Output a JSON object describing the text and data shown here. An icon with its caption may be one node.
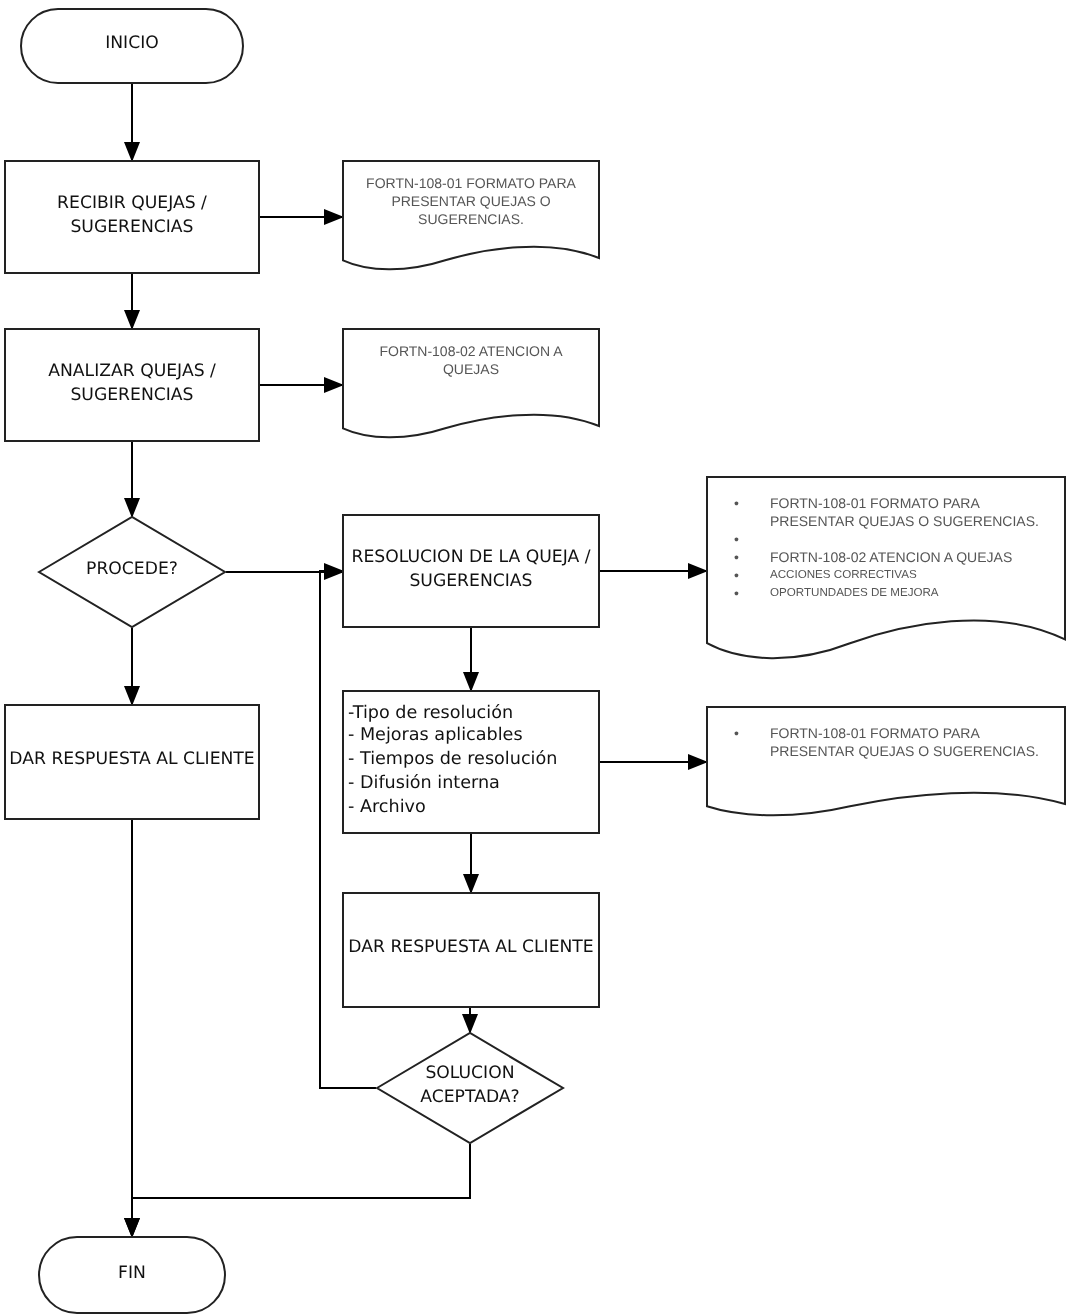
{
  "diagram": {
    "nodes": [
      {
        "text": [
          "INICIO"
        ]
      },
      {
        "text": [
          "RECIBIR QUEJAS / SUGERENCIAS"
        ]
      },
      {
        "text": [
          "FORTN-108-01 FORMATO PARA PRESENTAR QUEJAS O SUGERENCIAS."
        ]
      },
      {
        "text": [
          "ANALIZAR QUEJAS / SUGERENCIAS"
        ]
      },
      {
        "text": [
          "FORTN-108-02 ATENCION A QUEJAS"
        ]
      },
      {
        "text": [
          "PROCEDE?"
        ]
      },
      {
        "text": [
          "RESOLUCION DE LA QUEJA / SUGERENCIAS"
        ]
      },
      {
        "text": [
          "•",
          "FORTN-108-01 FORMATO PARA PRESENTAR QUEJAS O SUGERENCIAS.",
          "•",
          "•",
          "FORTN-108-02 ATENCION A QUEJAS",
          "•",
          "ACCIONES CORRECTIVAS",
          "•",
          "OPORTUNDADES DE MEJORA"
        ]
      },
      {
        "text": [
          "DAR RESPUESTA AL CLIENTE"
        ]
      },
      {
        "text": [
          "-Tipo de resolución",
          "- Mejoras aplicables",
          "- Tiempos  de resolución",
          "- Difusión interna",
          "- Archivo"
        ]
      },
      {
        "text": [
          "•",
          "FORTN-108-01 FORMATO PARA PRESENTAR QUEJAS O SUGERENCIAS."
        ]
      },
      {
        "text": [
          "DAR RESPUESTA AL CLIENTE"
        ]
      },
      {
        "text": [
          "SOLUCION ACEPTADA?"
        ]
      },
      {
        "text": [
          "FIN"
        ]
      }
    ],
    "edges": [
      {
        "from": 0,
        "to": 1,
        "arrow": "to"
      },
      {
        "from": 1,
        "to": 2,
        "arrow": "to"
      },
      {
        "from": 1,
        "to": 3,
        "arrow": "to"
      },
      {
        "from": 3,
        "to": 4,
        "arrow": "to"
      },
      {
        "from": 3,
        "to": 5,
        "arrow": "to"
      },
      {
        "from": 5,
        "to": 6,
        "arrow": "to"
      },
      {
        "from": 5,
        "to": 8,
        "arrow": "to"
      },
      {
        "from": 6,
        "to": 7,
        "arrow": "to"
      },
      {
        "from": 6,
        "to": 9,
        "arrow": "to"
      },
      {
        "from": 9,
        "to": 10,
        "arrow": "to"
      },
      {
        "from": 9,
        "to": 11,
        "arrow": "to"
      },
      {
        "from": 11,
        "to": 12,
        "arrow": "to"
      },
      {
        "from": 12,
        "to": 6,
        "arrow": "to"
      },
      {
        "from": 12,
        "to": 13,
        "arrow": "to"
      },
      {
        "from": 8,
        "to": 13,
        "arrow": "to"
      }
    ]
  }
}
